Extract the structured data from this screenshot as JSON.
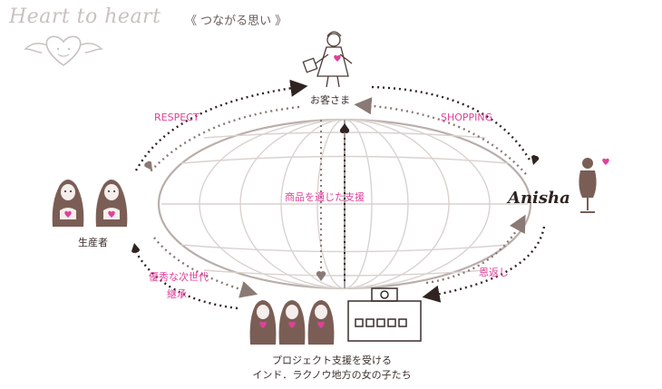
{
  "header": {
    "title": "Heart to heart",
    "subtitle": "《 つながる思い 》"
  },
  "nodes": {
    "customer": "お客さま",
    "producers": "生産者",
    "brand": "Anisha",
    "girls_line1": "プロジェクト支援を受ける",
    "girls_line2": "インド．ラクノウ地方の女の子たち"
  },
  "flows": {
    "respect": "RESPECT",
    "shopping": "SHOPPING",
    "support": "商品を通じた支援",
    "return_favor": "恩返し",
    "next_gen_line1": "優秀な次世代",
    "next_gen_line2": "継承"
  },
  "colors": {
    "accent_pink": "#e0409a",
    "dark_brown": "#2f2422",
    "taupe": "#8a7a75",
    "figure_brown": "#7a5e55"
  }
}
